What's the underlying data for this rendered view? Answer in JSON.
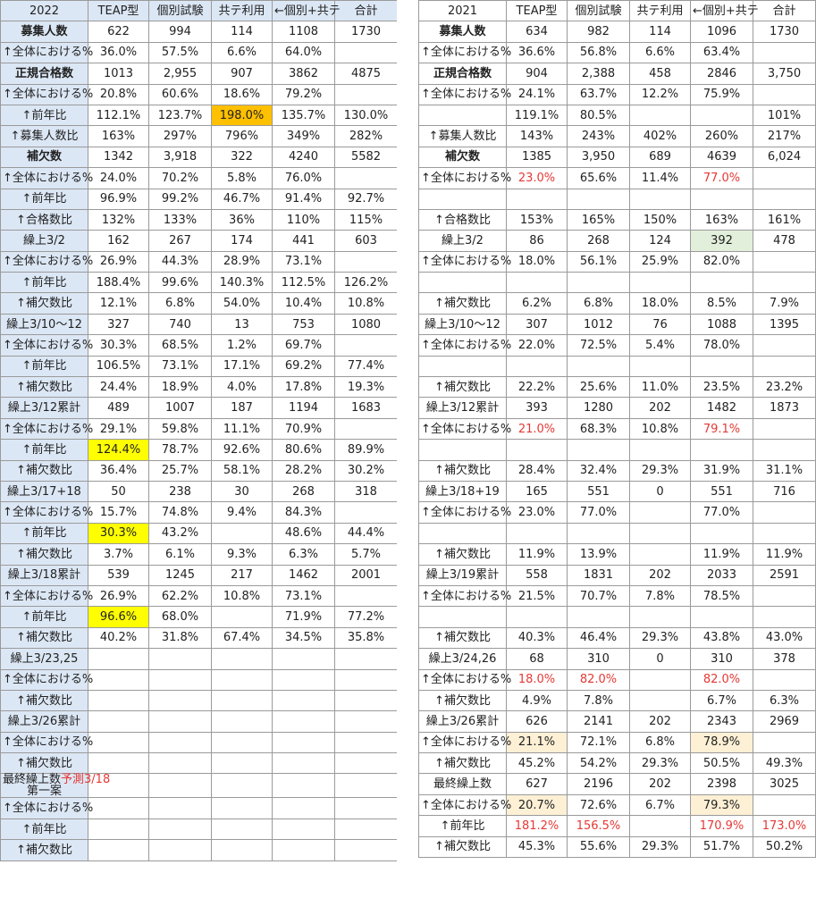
{
  "colors": {
    "blue_header": "#dce7f5",
    "yellow": "#ffff00",
    "orange": "#ffc000",
    "light_green": "#e2efda",
    "peach": "#fdf0d5",
    "red_text": "#e53935"
  },
  "left": {
    "rows": [
      {
        "label": "2022",
        "label_style": "hdr",
        "cells": [
          "TEAP型",
          "個別試験",
          "共テ利用",
          "←個別+共テ",
          "合計"
        ],
        "cell_styles": [
          "",
          "",
          "",
          "xs",
          ""
        ]
      },
      {
        "label": "募集人数",
        "label_style": "bold",
        "cells": [
          "622",
          "994",
          "114",
          "1108",
          "1730"
        ]
      },
      {
        "label": "↑全体における%",
        "label_style": "tiny",
        "cells": [
          "36.0%",
          "57.5%",
          "6.6%",
          "64.0%",
          ""
        ]
      },
      {
        "label": "正規合格数",
        "label_style": "bold",
        "cells": [
          "1013",
          "2,955",
          "907",
          "3862",
          "4875"
        ]
      },
      {
        "label": "↑全体における%",
        "label_style": "lbl",
        "cells": [
          "20.8%",
          "60.6%",
          "18.6%",
          "79.2%",
          ""
        ]
      },
      {
        "label": "↑前年比",
        "label_style": "lbl",
        "cells": [
          "112.1%",
          "123.7%",
          "198.0%",
          "135.7%",
          "130.0%"
        ],
        "bg": [
          "",
          "",
          "orange",
          "",
          ""
        ]
      },
      {
        "label": "↑募集人数比",
        "label_style": "lbl",
        "cells": [
          "163%",
          "297%",
          "796%",
          "349%",
          "282%"
        ]
      },
      {
        "label": "補欠数",
        "label_style": "bold",
        "cells": [
          "1342",
          "3,918",
          "322",
          "4240",
          "5582"
        ]
      },
      {
        "label": "↑全体における%",
        "label_style": "tiny",
        "cells": [
          "24.0%",
          "70.2%",
          "5.8%",
          "76.0%",
          ""
        ]
      },
      {
        "label": "↑前年比",
        "label_style": "lbl",
        "cells": [
          "96.9%",
          "99.2%",
          "46.7%",
          "91.4%",
          "92.7%"
        ]
      },
      {
        "label": "↑合格数比",
        "label_style": "lbl",
        "cells": [
          "132%",
          "133%",
          "36%",
          "110%",
          "115%"
        ]
      },
      {
        "label": "繰上3/2",
        "label_style": "lbl",
        "cells": [
          "162",
          "267",
          "174",
          "441",
          "603"
        ]
      },
      {
        "label": "↑全体における%",
        "label_style": "tiny",
        "cells": [
          "26.9%",
          "44.3%",
          "28.9%",
          "73.1%",
          ""
        ]
      },
      {
        "label": "↑前年比",
        "label_style": "lbl",
        "cells": [
          "188.4%",
          "99.6%",
          "140.3%",
          "112.5%",
          "126.2%"
        ]
      },
      {
        "label": "↑補欠数比",
        "label_style": "lbl",
        "cells": [
          "12.1%",
          "6.8%",
          "54.0%",
          "10.4%",
          "10.8%"
        ]
      },
      {
        "label": "繰上3/10～12",
        "label_style": "lbl",
        "cells": [
          "327",
          "740",
          "13",
          "753",
          "1080"
        ]
      },
      {
        "label": "↑全体における%",
        "label_style": "tiny",
        "cells": [
          "30.3%",
          "68.5%",
          "1.2%",
          "69.7%",
          ""
        ]
      },
      {
        "label": "↑前年比",
        "label_style": "lbl",
        "cells": [
          "106.5%",
          "73.1%",
          "17.1%",
          "69.2%",
          "77.4%"
        ]
      },
      {
        "label": "↑補欠数比",
        "label_style": "lbl",
        "cells": [
          "24.4%",
          "18.9%",
          "4.0%",
          "17.8%",
          "19.3%"
        ]
      },
      {
        "label": "繰上3/12累計",
        "label_style": "lbl",
        "cells": [
          "489",
          "1007",
          "187",
          "1194",
          "1683"
        ]
      },
      {
        "label": "↑全体における%",
        "label_style": "tiny",
        "cells": [
          "29.1%",
          "59.8%",
          "11.1%",
          "70.9%",
          ""
        ]
      },
      {
        "label": "↑前年比",
        "label_style": "lbl",
        "cells": [
          "124.4%",
          "78.7%",
          "92.6%",
          "80.6%",
          "89.9%"
        ],
        "bg": [
          "yellow",
          "",
          "",
          "",
          ""
        ]
      },
      {
        "label": "↑補欠数比",
        "label_style": "lbl",
        "cells": [
          "36.4%",
          "25.7%",
          "58.1%",
          "28.2%",
          "30.2%"
        ]
      },
      {
        "label": "繰上3/17+18",
        "label_style": "lbl",
        "cells": [
          "50",
          "238",
          "30",
          "268",
          "318"
        ]
      },
      {
        "label": "↑全体における%",
        "label_style": "tiny",
        "cells": [
          "15.7%",
          "74.8%",
          "9.4%",
          "84.3%",
          ""
        ]
      },
      {
        "label": "↑前年比",
        "label_style": "lbl",
        "cells": [
          "30.3%",
          "43.2%",
          "",
          "48.6%",
          "44.4%"
        ],
        "bg": [
          "yellow",
          "",
          "",
          "",
          ""
        ]
      },
      {
        "label": "↑補欠数比",
        "label_style": "lbl",
        "cells": [
          "3.7%",
          "6.1%",
          "9.3%",
          "6.3%",
          "5.7%"
        ]
      },
      {
        "label": "繰上3/18累計",
        "label_style": "lbl",
        "cells": [
          "539",
          "1245",
          "217",
          "1462",
          "2001"
        ]
      },
      {
        "label": "↑全体における%",
        "label_style": "tiny",
        "cells": [
          "26.9%",
          "62.2%",
          "10.8%",
          "73.1%",
          ""
        ]
      },
      {
        "label": "↑前年比",
        "label_style": "lbl",
        "cells": [
          "96.6%",
          "68.0%",
          "",
          "71.9%",
          "77.2%"
        ],
        "bg": [
          "yellow",
          "",
          "",
          "",
          ""
        ]
      },
      {
        "label": "↑補欠数比",
        "label_style": "lbl",
        "cells": [
          "40.2%",
          "31.8%",
          "67.4%",
          "34.5%",
          "35.8%"
        ]
      },
      {
        "label": "繰上3/23,25",
        "label_style": "lbl left",
        "cells": [
          "",
          "",
          "",
          "",
          ""
        ]
      },
      {
        "label": "↑全体における%",
        "label_style": "tiny",
        "cells": [
          "",
          "",
          "",
          "",
          ""
        ]
      },
      {
        "label": "↑補欠数比",
        "label_style": "lbl",
        "cells": [
          "",
          "",
          "",
          "",
          ""
        ]
      },
      {
        "label": "繰上3/26累計",
        "label_style": "lbl left",
        "cells": [
          "",
          "",
          "",
          "",
          ""
        ]
      },
      {
        "label": "↑全体における%",
        "label_style": "tiny",
        "cells": [
          "",
          "",
          "",
          "",
          ""
        ]
      },
      {
        "label": "↑補欠数比",
        "label_style": "lbl",
        "cells": [
          "",
          "",
          "",
          "",
          ""
        ]
      },
      {
        "label": "最終繰上数",
        "label_red": "予測3/18",
        "label_line2": "第一案",
        "label_style": "two",
        "cells": [
          "",
          "",
          "",
          "",
          ""
        ]
      },
      {
        "label": "↑全体における%",
        "label_style": "tiny",
        "cells": [
          "",
          "",
          "",
          "",
          ""
        ]
      },
      {
        "label": "↑前年比",
        "label_style": "lbl",
        "cells": [
          "",
          "",
          "",
          "",
          ""
        ]
      },
      {
        "label": "↑補欠数比",
        "label_style": "lbl",
        "cells": [
          "",
          "",
          "",
          "",
          ""
        ]
      }
    ]
  },
  "right": {
    "rows": [
      {
        "label": "2021",
        "label_style": "",
        "cells": [
          "TEAP型",
          "個別試験",
          "共テ利用",
          "←個別+共テ",
          "合計"
        ],
        "cell_styles": [
          "",
          "",
          "",
          "xs",
          ""
        ]
      },
      {
        "label": "募集人数",
        "label_style": "bold",
        "cells": [
          "634",
          "982",
          "114",
          "1096",
          "1730"
        ]
      },
      {
        "label": "↑全体における%",
        "label_style": "tiny",
        "cells": [
          "36.6%",
          "56.8%",
          "6.6%",
          "63.4%",
          ""
        ]
      },
      {
        "label": "正規合格数",
        "label_style": "bold",
        "cells": [
          "904",
          "2,388",
          "458",
          "2846",
          "3,750"
        ]
      },
      {
        "label": "↑全体における%",
        "label_style": "tiny",
        "cells": [
          "24.1%",
          "63.7%",
          "12.2%",
          "75.9%",
          ""
        ]
      },
      {
        "label": "",
        "label_style": "lbl",
        "cells": [
          "119.1%",
          "80.5%",
          "",
          "",
          "101%"
        ]
      },
      {
        "label": "↑募集人数比",
        "label_style": "lbl",
        "cells": [
          "143%",
          "243%",
          "402%",
          "260%",
          "217%"
        ]
      },
      {
        "label": "補欠数",
        "label_style": "bold",
        "cells": [
          "1385",
          "3,950",
          "689",
          "4639",
          "6,024"
        ]
      },
      {
        "label": "↑全体における%",
        "label_style": "tiny",
        "cells": [
          "23.0%",
          "65.6%",
          "11.4%",
          "77.0%",
          ""
        ],
        "red": [
          true,
          false,
          false,
          true,
          false
        ]
      },
      {
        "label": "",
        "label_style": "lbl",
        "cells": [
          "",
          "",
          "",
          "",
          ""
        ]
      },
      {
        "label": "↑合格数比",
        "label_style": "lbl",
        "cells": [
          "153%",
          "165%",
          "150%",
          "163%",
          "161%"
        ]
      },
      {
        "label": "繰上3/2",
        "label_style": "lbl",
        "cells": [
          "86",
          "268",
          "124",
          "392",
          "478"
        ],
        "bg": [
          "",
          "",
          "",
          "light_green",
          ""
        ]
      },
      {
        "label": "↑全体における%",
        "label_style": "tiny",
        "cells": [
          "18.0%",
          "56.1%",
          "25.9%",
          "82.0%",
          ""
        ]
      },
      {
        "label": "",
        "label_style": "lbl",
        "cells": [
          "",
          "",
          "",
          "",
          ""
        ]
      },
      {
        "label": "↑補欠数比",
        "label_style": "lbl",
        "cells": [
          "6.2%",
          "6.8%",
          "18.0%",
          "8.5%",
          "7.9%"
        ]
      },
      {
        "label": "繰上3/10～12",
        "label_style": "lbl",
        "cells": [
          "307",
          "1012",
          "76",
          "1088",
          "1395"
        ]
      },
      {
        "label": "↑全体における%",
        "label_style": "tiny",
        "cells": [
          "22.0%",
          "72.5%",
          "5.4%",
          "78.0%",
          ""
        ]
      },
      {
        "label": "",
        "label_style": "lbl",
        "cells": [
          "",
          "",
          "",
          "",
          ""
        ]
      },
      {
        "label": "↑補欠数比",
        "label_style": "lbl",
        "cells": [
          "22.2%",
          "25.6%",
          "11.0%",
          "23.5%",
          "23.2%"
        ]
      },
      {
        "label": "繰上3/12累計",
        "label_style": "lbl",
        "cells": [
          "393",
          "1280",
          "202",
          "1482",
          "1873"
        ]
      },
      {
        "label": "↑全体における%",
        "label_style": "tiny",
        "cells": [
          "21.0%",
          "68.3%",
          "10.8%",
          "79.1%",
          ""
        ],
        "red": [
          true,
          false,
          false,
          true,
          false
        ]
      },
      {
        "label": "",
        "label_style": "lbl",
        "cells": [
          "",
          "",
          "",
          "",
          ""
        ]
      },
      {
        "label": "↑補欠数比",
        "label_style": "lbl",
        "cells": [
          "28.4%",
          "32.4%",
          "29.3%",
          "31.9%",
          "31.1%"
        ]
      },
      {
        "label": "繰上3/18+19",
        "label_style": "lbl",
        "cells": [
          "165",
          "551",
          "0",
          "551",
          "716"
        ]
      },
      {
        "label": "↑全体における%",
        "label_style": "tiny",
        "cells": [
          "23.0%",
          "77.0%",
          "",
          "77.0%",
          ""
        ]
      },
      {
        "label": "",
        "label_style": "lbl",
        "cells": [
          "",
          "",
          "",
          "",
          ""
        ]
      },
      {
        "label": "↑補欠数比",
        "label_style": "lbl",
        "cells": [
          "11.9%",
          "13.9%",
          "",
          "11.9%",
          "11.9%"
        ]
      },
      {
        "label": "繰上3/19累計",
        "label_style": "lbl",
        "cells": [
          "558",
          "1831",
          "202",
          "2033",
          "2591"
        ]
      },
      {
        "label": "↑全体における%",
        "label_style": "tiny",
        "cells": [
          "21.5%",
          "70.7%",
          "7.8%",
          "78.5%",
          ""
        ]
      },
      {
        "label": "",
        "label_style": "lbl",
        "cells": [
          "",
          "",
          "",
          "",
          ""
        ]
      },
      {
        "label": "↑補欠数比",
        "label_style": "lbl",
        "cells": [
          "40.3%",
          "46.4%",
          "29.3%",
          "43.8%",
          "43.0%"
        ]
      },
      {
        "label": "繰上3/24,26",
        "label_style": "lbl",
        "cells": [
          "68",
          "310",
          "0",
          "310",
          "378"
        ]
      },
      {
        "label": "↑全体における%",
        "label_style": "tiny",
        "cells": [
          "18.0%",
          "82.0%",
          "",
          "82.0%",
          ""
        ],
        "red": [
          true,
          true,
          false,
          true,
          false
        ]
      },
      {
        "label": "↑補欠数比",
        "label_style": "lbl",
        "cells": [
          "4.9%",
          "7.8%",
          "",
          "6.7%",
          "6.3%"
        ]
      },
      {
        "label": "繰上3/26累計",
        "label_style": "lbl",
        "cells": [
          "626",
          "2141",
          "202",
          "2343",
          "2969"
        ]
      },
      {
        "label": "↑全体における%",
        "label_style": "tiny",
        "cells": [
          "21.1%",
          "72.1%",
          "6.8%",
          "78.9%",
          ""
        ],
        "bg": [
          "peach",
          "",
          "",
          "peach",
          ""
        ]
      },
      {
        "label": "↑補欠数比",
        "label_style": "lbl",
        "cells": [
          "45.2%",
          "54.2%",
          "29.3%",
          "50.5%",
          "49.3%"
        ]
      },
      {
        "label": "最終繰上数",
        "label_style": "lbl",
        "cells": [
          "627",
          "2196",
          "202",
          "2398",
          "3025"
        ]
      },
      {
        "label": "↑全体における%",
        "label_style": "tiny",
        "cells": [
          "20.7%",
          "72.6%",
          "6.7%",
          "79.3%",
          ""
        ],
        "bg": [
          "peach",
          "",
          "",
          "peach",
          ""
        ]
      },
      {
        "label": "↑前年比",
        "label_style": "tiny",
        "cells": [
          "181.2%",
          "156.5%",
          "",
          "170.9%",
          "173.0%"
        ],
        "red": [
          true,
          true,
          false,
          true,
          true
        ]
      },
      {
        "label": "↑補欠数比",
        "label_style": "lbl",
        "cells": [
          "45.3%",
          "55.6%",
          "29.3%",
          "51.7%",
          "50.2%"
        ]
      }
    ]
  }
}
